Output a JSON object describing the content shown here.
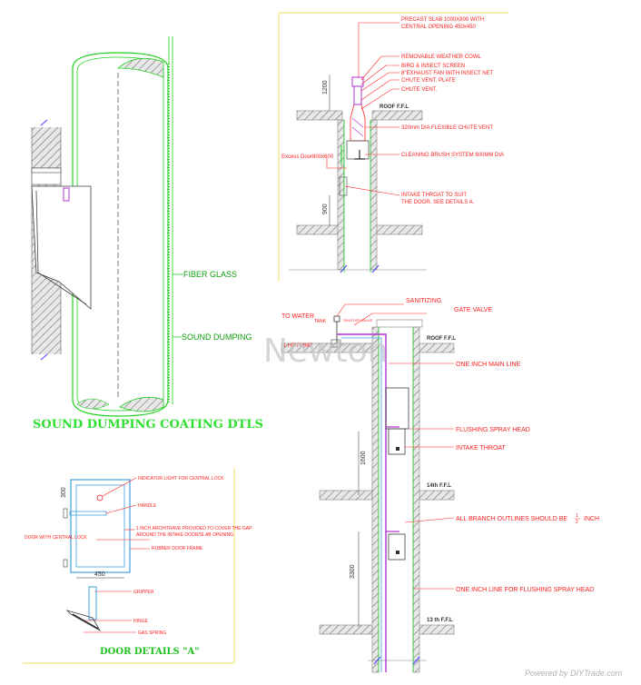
{
  "watermark": "Newton",
  "credit": "Powered by DIYTrade.com",
  "colors": {
    "outline": "#20d020",
    "pipe": "#b030d0",
    "label": "#ff2020",
    "hatch": "#808080",
    "blue": "#40a0e0"
  },
  "coating": {
    "title": "SOUND DUMPING COATING DTLS",
    "label_fiber": "FIBER GLASS",
    "label_sound": "SOUND DUMPING"
  },
  "vent": {
    "labels": [
      "PRECAST SLAB 1000X800 WITH",
      "CENTRAL OPENING 450x450",
      "REMOVABLE WEATHER COWL",
      "BIRD & INSECT SCREEN",
      "8\"EXHAUST FAN WITH INSECT NET",
      "CHUTE VENT. PLATE",
      "CHUTE VENT.",
      "320mm DIA FLEXIBLE CHUTE VENT",
      "CLEANING BRUSH SYSTEM 600MM DIA",
      "INTAKE THROAT TO SUIT",
      "THE DOOR. SEE DETAILS A."
    ],
    "roof_label": "ROOF F.F.L",
    "door_label": "Excess Door800x600",
    "dim_top": "1200",
    "dim_low": "900"
  },
  "flush": {
    "to_water": "TO WATER",
    "tank": "TANK",
    "shutoff": "SHUTOFF VALVE",
    "sanitizing": "SANITIZING",
    "gate_valve": "GATE VALVE",
    "roof": "ROOF F.F.L",
    "hp_pump": "1 HP PUMP",
    "main_line": "ONE INCH MAIN LINE",
    "spray_head": "FLUSHING SPRAY HEAD",
    "intake_throat": "INTAKE THROAT",
    "floor14": "14th F.F.L",
    "branch_prefix": "ALL BRANCH OUTLINES SHOULD BE",
    "branch_num": "1",
    "branch_den": "2",
    "branch_suffix": "INCH",
    "spray_line": "ONE INCH LINE FOR FLUSHING SPRAY HEAD",
    "floor13": "13 th F.F.L",
    "dim1": "1600",
    "dim2": "3300"
  },
  "door": {
    "title": "DOOR DETAILS \"A\"",
    "indicator": "INDICATOR LIGHT FOR CENTRAL LOCK",
    "handle": "HANDLE",
    "architrave1": "1 INCH ARCHITRAVE PROVIDED TO COVER THE GAP",
    "architrave2": "AROUND THE INTAKE DOOR/SLAB OPENING",
    "door_lock": "DOOR WITH CENTRAL LOCK",
    "rubber": "RUBBER DOOR FRAME",
    "gripper": "GRIPPER",
    "hinge": "HINGE",
    "gas": "GAS SPRING",
    "dim_w": "450",
    "dim_h": "300"
  }
}
